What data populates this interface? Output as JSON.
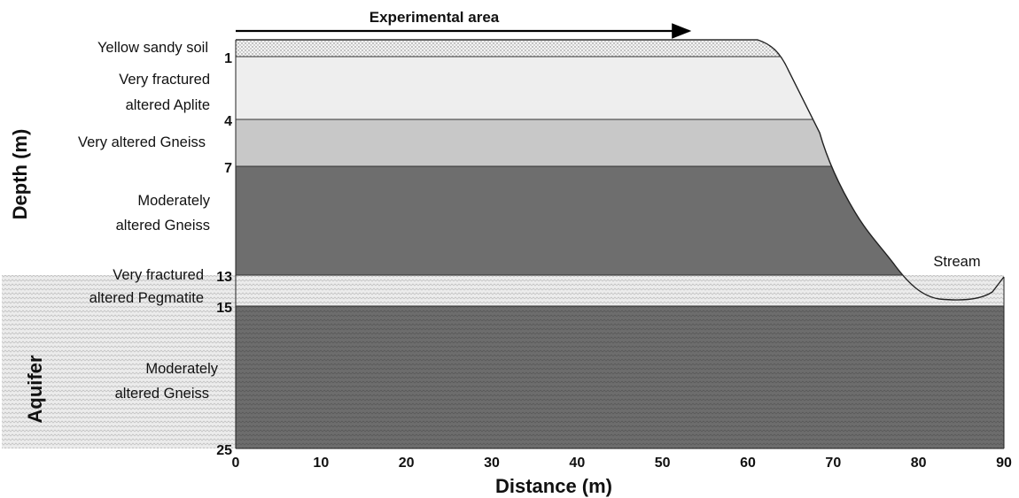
{
  "figure": {
    "title": "Experimental area",
    "x_axis_title": "Distance (m)",
    "y_axis_title": "Depth (m)",
    "aquifer_label": "Aquifer",
    "stream_label": "Stream",
    "x_ticks": [
      "0",
      "10",
      "20",
      "30",
      "40",
      "50",
      "60",
      "70",
      "80",
      "90"
    ],
    "depth_ticks": [
      {
        "value": 1,
        "label": "1"
      },
      {
        "value": 4,
        "label": "4"
      },
      {
        "value": 7,
        "label": "7"
      },
      {
        "value": 13,
        "label": "13"
      },
      {
        "value": 15,
        "label": "15"
      },
      {
        "value": 25,
        "label": "25"
      }
    ],
    "layers": [
      {
        "id": "yellow-sandy-soil",
        "top": 0.2,
        "bottom": 1,
        "lines": [
          "Yellow sandy soil"
        ],
        "color": "#f0f0f0"
      },
      {
        "id": "very-fractured-altered-aplite",
        "top": 1,
        "bottom": 4,
        "lines": [
          "Very fractured",
          "altered Aplite"
        ],
        "color": "#eeeeee"
      },
      {
        "id": "very-altered-gneiss",
        "top": 4,
        "bottom": 7,
        "lines": [
          "Very altered Gneiss"
        ],
        "color": "#c8c8c8"
      },
      {
        "id": "moderately-altered-gneiss-upper",
        "top": 7,
        "bottom": 13,
        "lines": [
          "Moderately",
          "altered Gneiss"
        ],
        "color": "#6e6e6e"
      },
      {
        "id": "very-fractured-altered-pegmatite",
        "top": 13,
        "bottom": 15,
        "lines": [
          "Very fractured",
          "altered Pegmatite"
        ],
        "color": "#e8e8e8"
      },
      {
        "id": "moderately-altered-gneiss-lower",
        "top": 15,
        "bottom": 25,
        "lines": [
          "Moderately",
          "altered Gneiss"
        ],
        "color": "#707070"
      }
    ],
    "colors": {
      "aquifer_band": "#e8e8e8",
      "outline": "#222222",
      "arrow": "#000000"
    }
  }
}
